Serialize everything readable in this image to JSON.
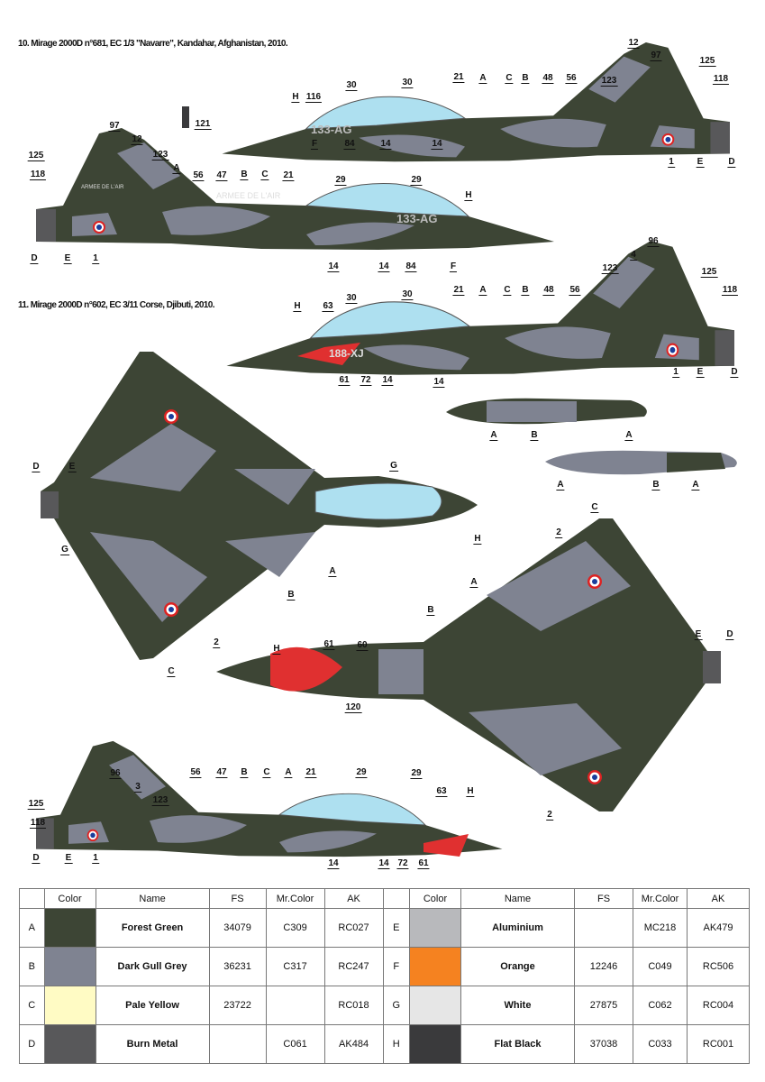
{
  "titles": {
    "p10": "10. Mirage 2000D n°681, EC 1/3 \"Navarre\", Kandahar, Afghanistan, 2010.",
    "p11": "11. Mirage 2000D n°602, EC 3/11 Corse, Djibuti, 2010."
  },
  "markings": {
    "airforce": "ARMEE DE L'AIR",
    "code681": "133-AG",
    "code602": "188-XJ",
    "stencil121": "121"
  },
  "callouts": {
    "p10_left": [
      "97",
      "12",
      "123",
      "125",
      "118",
      "H",
      "116",
      "30",
      "30",
      "21",
      "A",
      "C",
      "B",
      "48",
      "56",
      "F",
      "84",
      "14",
      "14",
      "1",
      "E",
      "D"
    ],
    "p10_right": [
      "97",
      "12",
      "125",
      "123",
      "A",
      "118",
      "56",
      "47",
      "B",
      "C",
      "21",
      "29",
      "29",
      "H",
      "D",
      "E",
      "1",
      "14",
      "14",
      "84",
      "F"
    ],
    "p11_left": [
      "96",
      "4",
      "125",
      "123",
      "118",
      "H",
      "63",
      "30",
      "30",
      "21",
      "A",
      "C",
      "B",
      "48",
      "56",
      "61",
      "72",
      "14",
      "14",
      "1",
      "E",
      "D"
    ],
    "top": [
      "D",
      "E",
      "G",
      "G",
      "H",
      "A",
      "B",
      "2",
      "C"
    ],
    "tanks": [
      "A",
      "B",
      "A",
      "A",
      "B",
      "A"
    ],
    "bottom": [
      "C",
      "2",
      "A",
      "B",
      "H",
      "61",
      "60",
      "E",
      "D",
      "120",
      "2"
    ],
    "p11_right": [
      "96",
      "3",
      "125",
      "123",
      "118",
      "56",
      "47",
      "B",
      "C",
      "A",
      "21",
      "29",
      "29",
      "63",
      "H",
      "D",
      "E",
      "1",
      "14",
      "14",
      "72",
      "61"
    ]
  },
  "table": {
    "headers": [
      "",
      "Color",
      "Name",
      "FS",
      "Mr.Color",
      "AK"
    ],
    "rows": [
      {
        "id": "A",
        "color": "#3d4535",
        "name": "Forest Green",
        "fs": "34079",
        "mr": "C309",
        "ak": "RC027"
      },
      {
        "id": "B",
        "color": "#7f8391",
        "name": "Dark Gull Grey",
        "fs": "36231",
        "mr": "C317",
        "ak": "RC247"
      },
      {
        "id": "C",
        "color": "#fffbc4",
        "name": "Pale Yellow",
        "fs": "23722",
        "mr": "",
        "ak": "RC018"
      },
      {
        "id": "D",
        "color": "#58585a",
        "name": "Burn Metal",
        "fs": "",
        "mr": "C061",
        "ak": "AK484"
      },
      {
        "id": "E",
        "color": "#b8b9bc",
        "name": "Aluminium",
        "fs": "",
        "mr": "MC218",
        "ak": "AK479"
      },
      {
        "id": "F",
        "color": "#f58220",
        "name": "Orange",
        "fs": "12246",
        "mr": "C049",
        "ak": "RC506"
      },
      {
        "id": "G",
        "color": "#e6e6e6",
        "name": "White",
        "fs": "27875",
        "mr": "C062",
        "ak": "RC004"
      },
      {
        "id": "H",
        "color": "#3a3a3c",
        "name": "Flat Black",
        "fs": "37038",
        "mr": "C033",
        "ak": "RC001"
      }
    ]
  }
}
